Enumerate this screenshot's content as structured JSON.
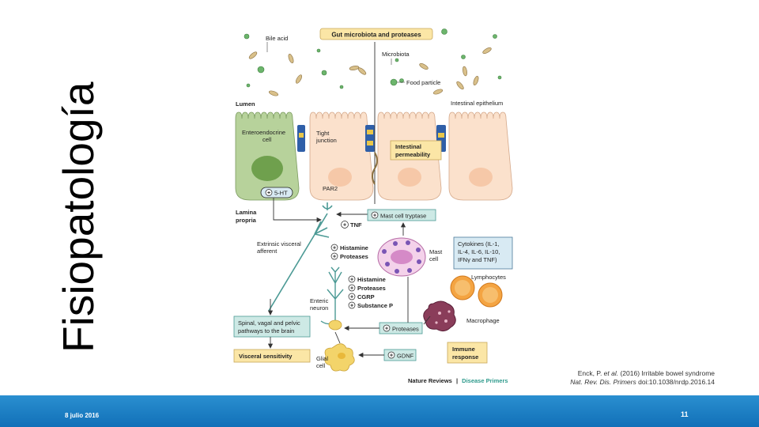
{
  "title": "Fisiopatología",
  "diagram": {
    "header_box": "Gut microbiota and proteases",
    "bile_acid": "Bile acid",
    "microbiota": "Microbiota",
    "food_particle": "Food particle",
    "lumen": "Lumen",
    "intestinal_epithelium": "Intestinal epithelium",
    "enteroendocrine_1": "Enteroendocrine",
    "enteroendocrine_2": "cell",
    "tight_1": "Tight",
    "tight_2": "junction",
    "permeability_1": "Intestinal",
    "permeability_2": "permeability",
    "serotonin": "5-HT",
    "par2": "PAR2",
    "lamina_1": "Lamina",
    "lamina_2": "propria",
    "mast_tryptase": "Mast cell tryptase",
    "tnf": "TNF",
    "extrinsic_1": "Extrinsic visceral",
    "extrinsic_2": "afferent",
    "histamine": "Histamine",
    "proteases": "Proteases",
    "mast_1": "Mast",
    "mast_2": "cell",
    "cytokines_1": "Cytokines (IL-1,",
    "cytokines_2": "IL-4, IL-6, IL-10,",
    "cytokines_3": "IFNγ and TNF)",
    "lymphocytes": "Lymphocytes",
    "enteric_1": "Enteric",
    "enteric_2": "neuron",
    "cgrp": "CGRP",
    "substance_p": "Substance P",
    "macrophage": "Macrophage",
    "spinal_1": "Spinal, vagal and pelvic",
    "spinal_2": "pathways to the brain",
    "visceral": "Visceral sensitivity",
    "glial_1": "Glial",
    "glial_2": "cell",
    "gdnf": "GDNF",
    "immune_1": "Immune",
    "immune_2": "response",
    "source_a": "Nature Reviews",
    "source_sep": "|",
    "source_b": "Disease Primers"
  },
  "citation": {
    "line1_a": "Enck, P. ",
    "line1_b": "et al.",
    "line1_c": " (2016) Irritable bowel syndrome",
    "line2_a": "Nat. Rev. Dis. Primers",
    "line2_b": " doi:10.1038/nrdp.2016.14"
  },
  "footer": {
    "date": "8 julio 2016",
    "page": "11"
  },
  "colors": {
    "footer_blue": "#1a7ec4",
    "box_yellow": "#fbe6a6",
    "box_teal": "#cde9e5",
    "box_blue": "#d8eaf3",
    "cell_green": "#b7d29b",
    "cell_peach": "#fbe1cc"
  }
}
